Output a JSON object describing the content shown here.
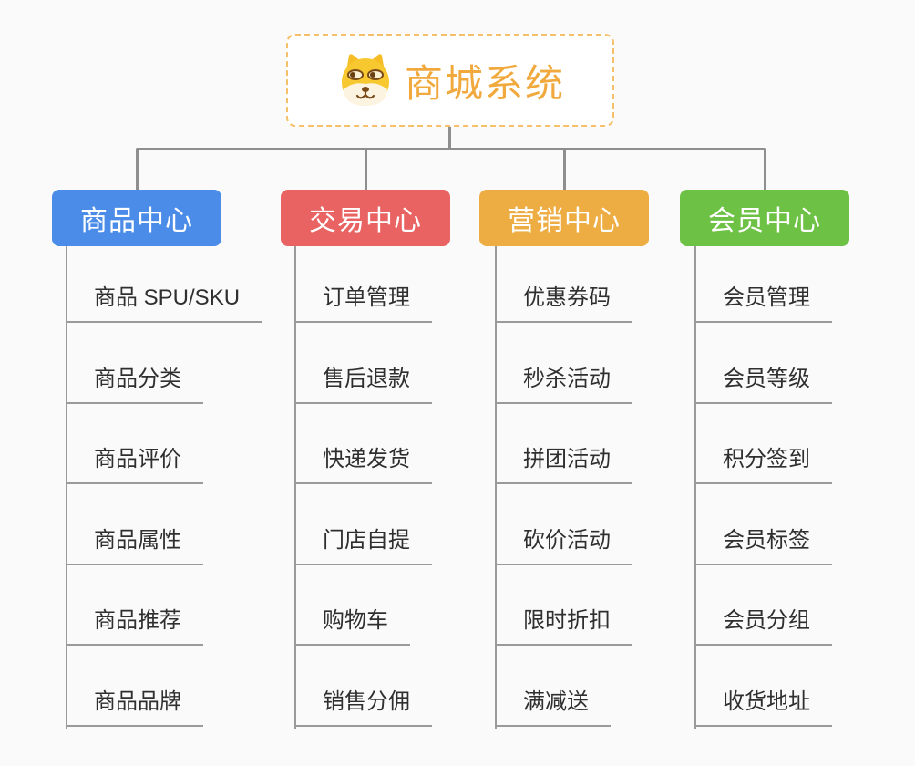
{
  "root": {
    "title": "商城系统",
    "icon": "dog-face-icon",
    "border_color": "#f6c06a",
    "title_color": "#f1a93e"
  },
  "connector_color": "#8e8e8e",
  "leaf_line_color": "#9a9a9a",
  "leaf_text_color": "#2f2f2f",
  "branches": [
    {
      "label": "商品中心",
      "color": "#4a8ce8",
      "children": [
        "商品 SPU/SKU",
        "商品分类",
        "商品评价",
        "商品属性",
        "商品推荐",
        "商品品牌"
      ]
    },
    {
      "label": "交易中心",
      "color": "#e96363",
      "children": [
        "订单管理",
        "售后退款",
        "快递发货",
        "门店自提",
        "购物车",
        "销售分佣"
      ]
    },
    {
      "label": "营销中心",
      "color": "#edad42",
      "children": [
        "优惠券码",
        "秒杀活动",
        "拼团活动",
        "砍价活动",
        "限时折扣",
        "满减送"
      ]
    },
    {
      "label": "会员中心",
      "color": "#6dc145",
      "children": [
        "会员管理",
        "会员等级",
        "积分签到",
        "会员标签",
        "会员分组",
        "收货地址"
      ]
    }
  ]
}
